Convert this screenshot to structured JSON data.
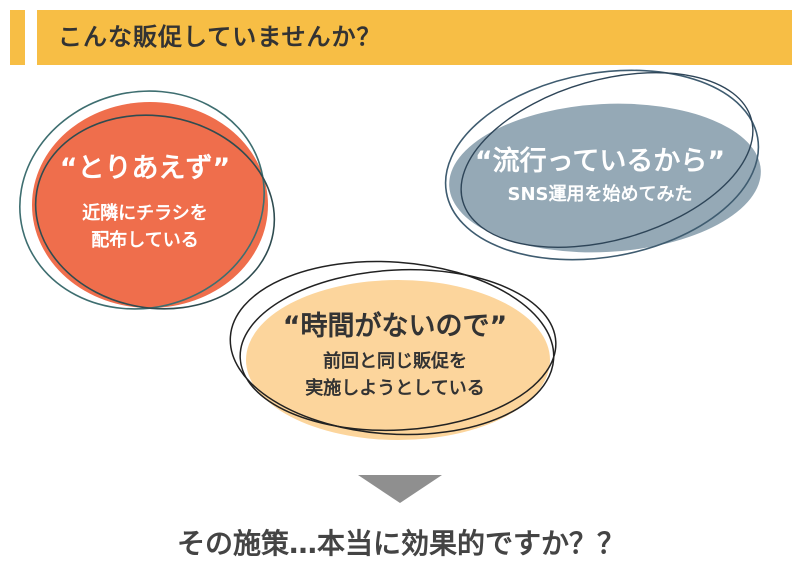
{
  "header": {
    "title": "こんな販促していませんか？"
  },
  "bubbles": [
    {
      "quote": "“とりあえず”",
      "line1": "近隣にチラシを",
      "line2": "配布している"
    },
    {
      "quote": "“流行っているから”",
      "line1": "SNS運用を始めてみた"
    },
    {
      "quote": "“時間がないので”",
      "line1": "前回と同じ販促を",
      "line2": "実施しようとしている"
    }
  ],
  "footer": {
    "question": "その施策…本当に効果的ですか？？"
  },
  "colors": {
    "header": "#F7BE45",
    "bubble_orange": "#EF6E4C",
    "bubble_gray": "#95A9B6",
    "bubble_peach": "#FCD59C",
    "arrow": "#8F8F8F"
  },
  "icons": {
    "arrow": "down-triangle-arrow-icon"
  }
}
